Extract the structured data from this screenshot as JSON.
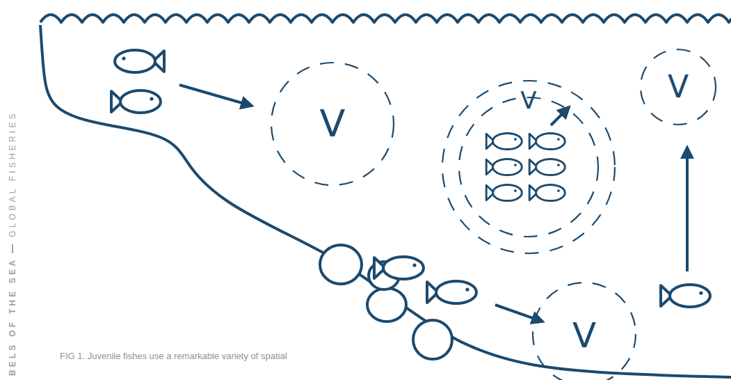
{
  "diagram": {
    "caption": "FIG 1. Juvenile fishes use a remarkable variety of spatial",
    "nodes": [
      {
        "text": [
          "V"
        ]
      },
      {
        "text": [
          "V"
        ]
      },
      {
        "text": [
          "V"
        ]
      },
      {
        "text": [
          "V"
        ]
      }
    ],
    "labels": [
      "BELS OF THE SEA",
      "GLOBAL FISHERIES"
    ]
  }
}
